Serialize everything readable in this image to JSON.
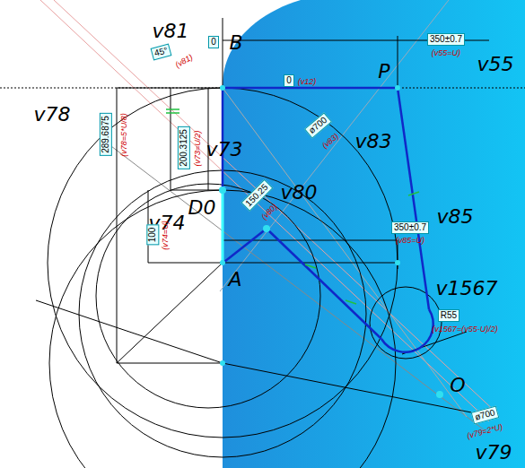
{
  "diagram": {
    "labels": [
      "v81",
      "45°",
      "(v81)",
      "B",
      "0",
      "350±0.7",
      "(v55=U)",
      "v55",
      "P",
      "0",
      "(v12)",
      "v78",
      "289.6875",
      "(v78=5*U/8)",
      "v73",
      "200.3125",
      "(v73=U/2)",
      "D0",
      "v74",
      "100",
      "(v74=U)",
      "v80",
      "150.25",
      "(v80)",
      "v83",
      "ø700",
      "(v83)",
      "v85",
      "350±0.7",
      "(v85=U)",
      "A",
      "v1567",
      "R55",
      "(v1567=(v55-U)/2)",
      "O",
      "v79",
      "ø700",
      "(v79=2*U)"
    ]
  }
}
